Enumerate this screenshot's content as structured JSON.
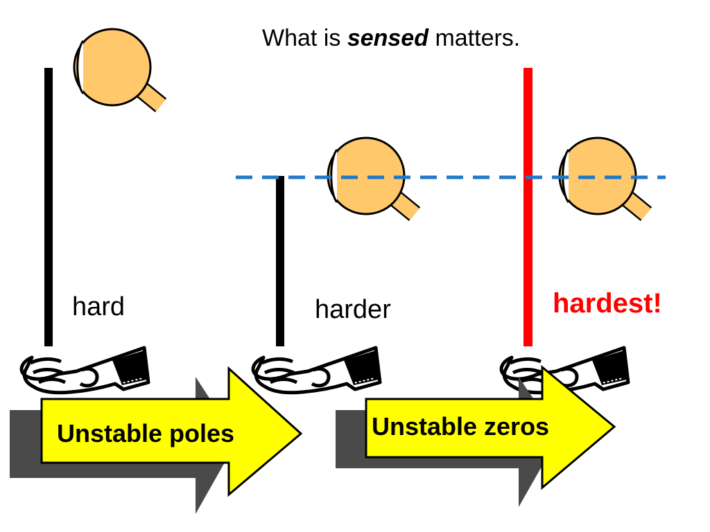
{
  "title": {
    "prefix": "What is ",
    "emphasis": "sensed",
    "suffix": " matters."
  },
  "labels": {
    "hard": "hard",
    "harder": "harder",
    "hardest": "hardest!"
  },
  "arrows": {
    "first": "Unstable poles",
    "second": "Unstable zeros"
  },
  "colors": {
    "eye_fill": "#FFC86A",
    "pole": "#000000",
    "pole_hardest": "#FF0000",
    "dashed_line": "#1F78C8",
    "arrow_fill": "#FFFF00",
    "arrow_shadow": "#4A4A4A",
    "hardest_text": "#FF0000"
  },
  "icons": [
    "eye-icon",
    "hand-icon"
  ]
}
